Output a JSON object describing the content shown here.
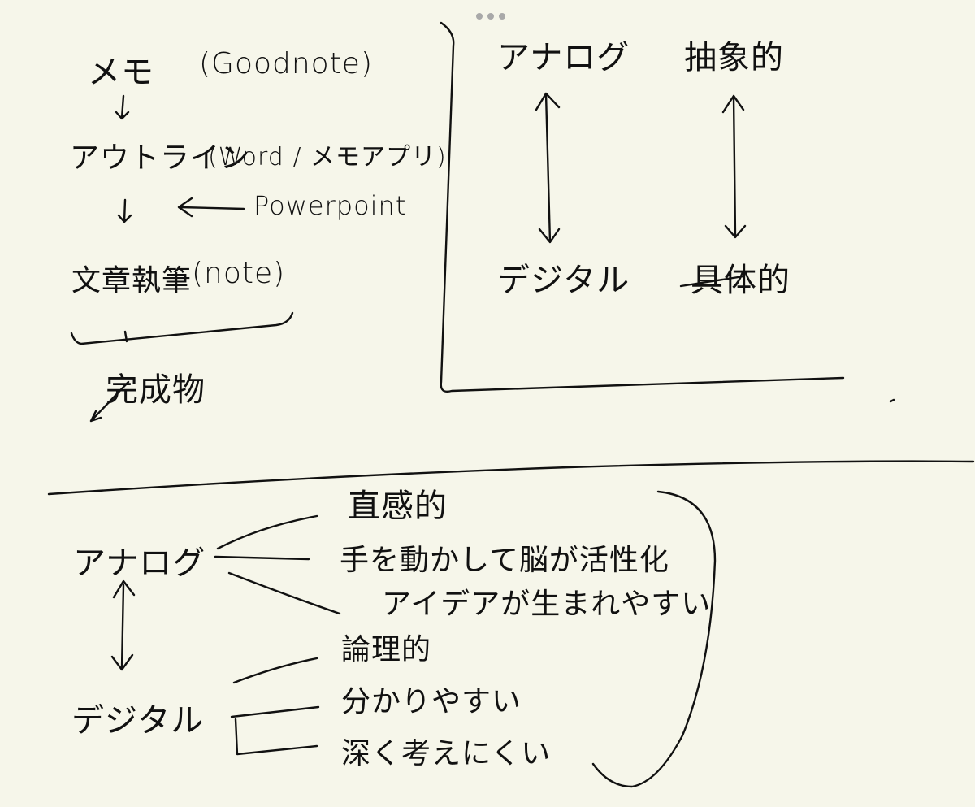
{
  "app": {
    "handle_icon": "more-dots-icon",
    "ink_color": "#111111",
    "paper_color": "#f6f6ea"
  },
  "workflow": {
    "memo": "メモ",
    "memo_app": "(Goodnote)",
    "arrow1": "↓",
    "outline": "アウトライン",
    "outline_app": "(Word / メモアプリ)",
    "arrow2": "↓",
    "powerpoint_arrow": "←",
    "powerpoint": "Powerpoint",
    "writing": "文章執筆",
    "writing_app": "(note)",
    "product": "完成物"
  },
  "quadrant": {
    "top_left": "アナログ",
    "top_right": "抽象的",
    "bottom_left": "デジタル",
    "bottom_right": "具体的"
  },
  "comparison": {
    "analog": "アナログ",
    "digital": "デジタル",
    "analog_points": [
      "直感的",
      "手を動かして脳が活性化",
      "アイデアが生まれやすい"
    ],
    "digital_points": [
      "論理的",
      "分かりやすい",
      "深く考えにくい"
    ]
  }
}
